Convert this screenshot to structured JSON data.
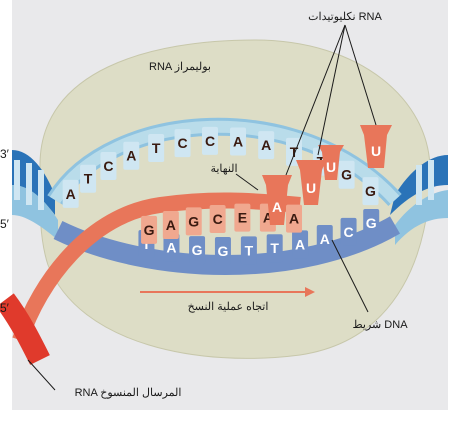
{
  "labels": {
    "rna_polymerase": "RNA بوليمراز",
    "rna_nucleotides": "نكليوتيدات RNA",
    "end": "النهاية",
    "transcription_direction": "اتجاه عملية النسخ",
    "dna_strand": "شريط DNA",
    "mrna": "RNA المرسال المنسوخ"
  },
  "ends": {
    "top_left": "3′",
    "middle_left": "5′",
    "bottom_left": "5′"
  },
  "bases": {
    "upper_strand": [
      "A",
      "T",
      "C",
      "A",
      "T",
      "C",
      "C",
      "A",
      "A",
      "T",
      "T",
      "G",
      "G"
    ],
    "template_strand": [
      "T",
      "A",
      "G",
      "G",
      "T",
      "T",
      "A",
      "A",
      "C",
      "G"
    ],
    "rna_strand": [
      "G",
      "A",
      "G",
      "C",
      "E",
      "A",
      "A"
    ],
    "free_nucleotides": [
      "A",
      "U",
      "U",
      "U"
    ]
  },
  "colors": {
    "background_panel": "#eaeaea",
    "polymerase": "#ddddc4",
    "upper_strand": "#b9dcea",
    "template_strand": "#6f8ec6",
    "rna": "#e8765a",
    "helix_dark": "#2a73b8"
  }
}
